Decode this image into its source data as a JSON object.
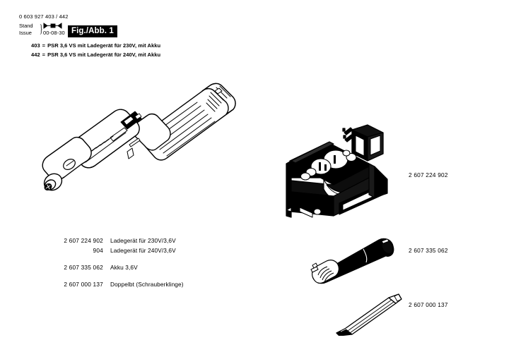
{
  "document": {
    "doc_number": "0 603 927 403 / 442",
    "stand_label": "Stand",
    "issue_label": "Issue",
    "revision_date": "00-08-30",
    "fig_badge": "Fig./Abb. 1",
    "revision_symbol_icon": "revision-marker-icon"
  },
  "variants": [
    {
      "code": "403",
      "equals": "=",
      "description": "PSR 3,6 VS mit Ladegerät für 230V, mit Akku"
    },
    {
      "code": "442",
      "equals": "=",
      "description": "PSR 3,6 VS mit Ladegerät für 240V, mit Akku"
    }
  ],
  "parts_list": [
    {
      "number": "2 607 224 902",
      "description": "Ladegerät für 230V/3,6V",
      "spaced": false
    },
    {
      "number": "904",
      "description": "Ladegerät für 240V/3,6V",
      "spaced": false
    },
    {
      "number": "2 607 335 062",
      "description": "Akku 3,6V",
      "spaced": true
    },
    {
      "number": "2 607 000 137",
      "description": "Doppelbt (Schrauberklinge)",
      "spaced": true
    }
  ],
  "callouts": {
    "charger": "2 607 224 902",
    "battery": "2 607 335 062",
    "bit": "2 607 000 137"
  },
  "illustrations": {
    "screwdriver": "cordless-screwdriver-illustration",
    "charger": "charger-base-and-plug-illustration",
    "battery": "battery-pack-illustration",
    "bit": "double-ended-screwdriver-bit-illustration"
  },
  "colors": {
    "ink": "#000000",
    "paper": "#ffffff",
    "badge_background": "#000000",
    "badge_text": "#ffffff"
  }
}
